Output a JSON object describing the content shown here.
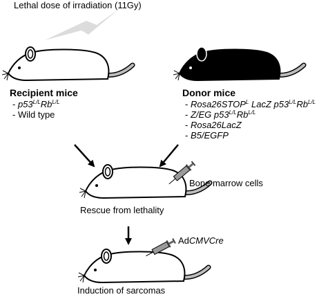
{
  "header": {
    "irradiation": "Lethal dose of irradiation (11Gy)"
  },
  "recipient": {
    "title": "Recipient  mice",
    "items": [
      {
        "dash": "- ",
        "parts": [
          {
            "t": "p53",
            "i": true
          },
          {
            "t": "L/L",
            "i": true,
            "sup": true
          },
          {
            "t": "Rb",
            "i": true
          },
          {
            "t": "L/L",
            "i": true,
            "sup": true
          }
        ]
      },
      {
        "dash": "- ",
        "parts": [
          {
            "t": "Wild type",
            "i": false
          }
        ]
      }
    ]
  },
  "donor": {
    "title": "Donor mice",
    "items": [
      {
        "dash": "- ",
        "parts": [
          {
            "t": "Rosa26STOP",
            "i": true
          },
          {
            "t": "L",
            "i": true,
            "sup": true
          },
          {
            "t": " LacZ p53",
            "i": true
          },
          {
            "t": "L/L",
            "i": true,
            "sup": true
          },
          {
            "t": "Rb",
            "i": true
          },
          {
            "t": "L/L",
            "i": true,
            "sup": true
          }
        ]
      },
      {
        "dash": "- ",
        "parts": [
          {
            "t": "Z/EG p53",
            "i": true
          },
          {
            "t": "L/L",
            "i": true,
            "sup": true
          },
          {
            "t": "Rb",
            "i": true
          },
          {
            "t": "L/L",
            "i": true,
            "sup": true
          }
        ]
      },
      {
        "dash": "- ",
        "parts": [
          {
            "t": "Rosa26LacZ",
            "i": true
          }
        ]
      },
      {
        "dash": "- ",
        "parts": [
          {
            "t": "B5/EGFP",
            "i": true
          }
        ]
      }
    ]
  },
  "steps": {
    "injection1": "Bone marrow cells",
    "rescue": "Rescue from lethality",
    "injection2_prefix": "Ad",
    "injection2_italic": "CMVCre",
    "induction": "Induction of sarcomas"
  },
  "colors": {
    "stroke": "#000000",
    "mouse_white": "#ffffff",
    "mouse_black": "#000000",
    "bolt": "#dcdcdc",
    "syringe": "#9a9a9a",
    "tail": "#bdbdbd"
  }
}
